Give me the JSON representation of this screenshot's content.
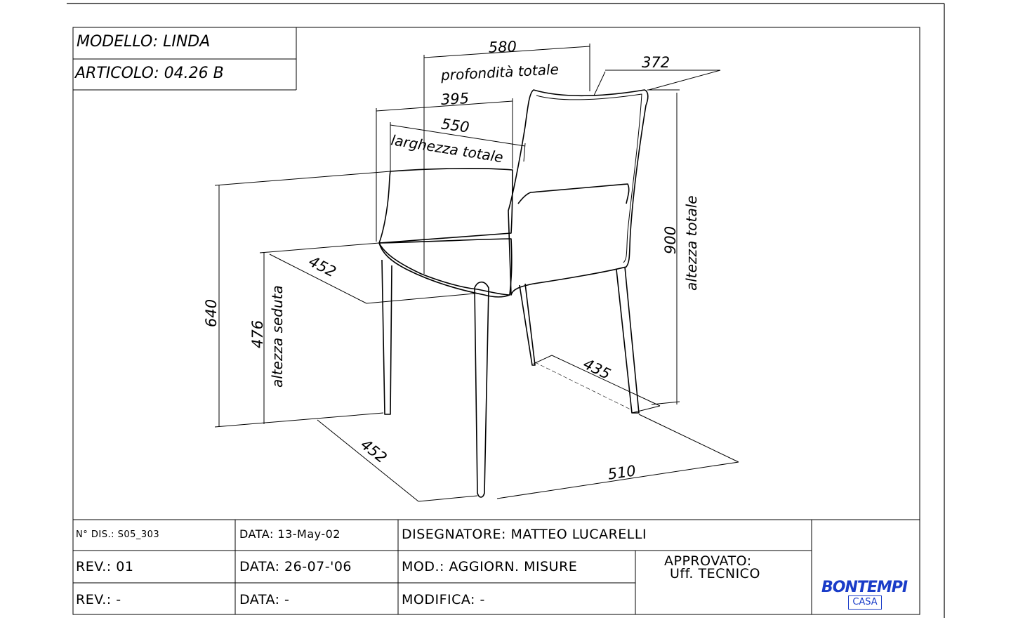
{
  "header": {
    "model": "MODELLO: LINDA",
    "article": "ARTICOLO: 04.26 B"
  },
  "dimensions": {
    "depth_total_value": "580",
    "depth_total_label": "profondità totale",
    "back_width_value": "372",
    "seat_depth_value": "395",
    "width_total_value": "550",
    "width_total_label": "larghezza totale",
    "height_total_value": "900",
    "height_total_label": "altezza totale",
    "armrest_height_value": "640",
    "seat_height_value": "476",
    "seat_height_label": "altezza seduta",
    "seat_width_value": "452",
    "front_leg_span_value": "452",
    "rear_leg_span_value": "435",
    "side_leg_span_value": "510"
  },
  "title_block": {
    "drawing_no": "N° DIS.: S05_303",
    "date1": "DATA: 13-May-02",
    "designer": "DISEGNATORE: MATTEO LUCARELLI",
    "rev1": "REV.: 01",
    "date2": "DATA: 26-07-'06",
    "mod1": "MOD.: AGGIORN. MISURE",
    "approved_line1": "APPROVATO:",
    "approved_line2": "Uff. TECNICO",
    "rev2": "REV.: -",
    "date3": "DATA: -",
    "mod2": "MODIFICA: -"
  },
  "logo": {
    "brand": "BONTEMPI",
    "sub": "CASA",
    "color": "#1a3cc8"
  }
}
